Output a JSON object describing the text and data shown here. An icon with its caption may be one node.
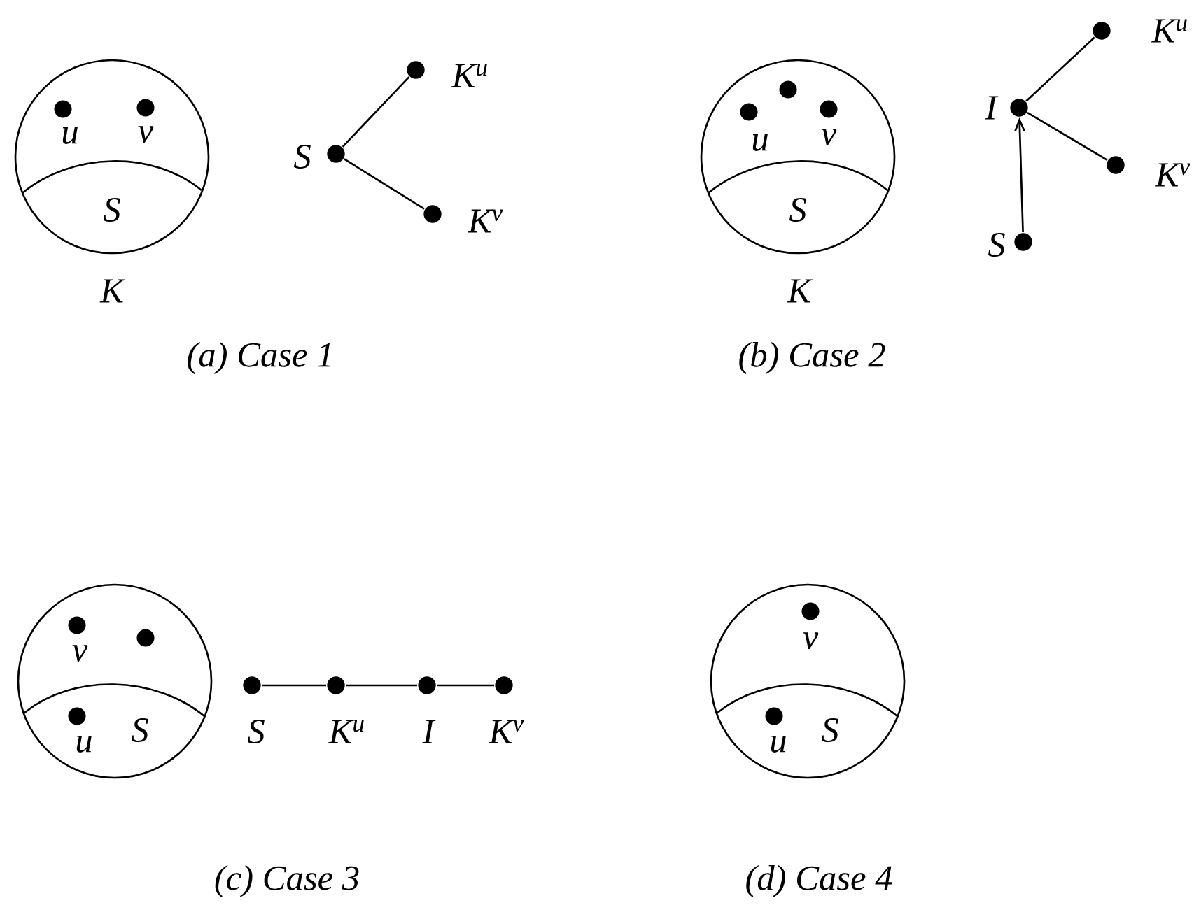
{
  "diagram": {
    "nodes": [
      {
        "text": [
          "u",
          "v",
          "S"
        ],
        "beside": [
          "K"
        ]
      },
      {
        "text": [],
        "shape": "circle",
        "beside": [
          "S"
        ]
      },
      {
        "text": [],
        "shape": "circle",
        "beside": [
          "K$^{u}$"
        ]
      },
      {
        "text": [],
        "shape": "circle",
        "beside": [
          "K$^{v}$"
        ]
      },
      {
        "text": [
          "u",
          "v",
          "S"
        ],
        "beside": [
          "K"
        ]
      },
      {
        "text": [],
        "shape": "circle",
        "beside": [
          "I"
        ]
      },
      {
        "text": [],
        "shape": "circle",
        "beside": [
          "K$^{u}$"
        ]
      },
      {
        "text": [],
        "shape": "circle",
        "beside": [
          "K$^{v}$"
        ]
      },
      {
        "text": [],
        "shape": "circle",
        "beside": [
          "S"
        ]
      },
      {
        "text": [
          "v",
          "u",
          "S"
        ]
      },
      {
        "text": [],
        "shape": "circle",
        "beside": [
          "S"
        ]
      },
      {
        "text": [],
        "shape": "circle",
        "beside": [
          "K$^{u}$"
        ]
      },
      {
        "text": [],
        "shape": "circle",
        "beside": [
          "I"
        ]
      },
      {
        "text": [],
        "shape": "circle",
        "beside": [
          "K$^{v}$"
        ]
      },
      {
        "text": [
          "v",
          "u",
          "S"
        ]
      }
    ],
    "edges": [
      {
        "from": 1,
        "to": 2,
        "arrow": "none"
      },
      {
        "from": 1,
        "to": 3,
        "arrow": "none"
      },
      {
        "from": 8,
        "to": 5,
        "arrow": "to"
      },
      {
        "from": 5,
        "to": 6,
        "arrow": "none"
      },
      {
        "from": 5,
        "to": 7,
        "arrow": "none"
      },
      {
        "from": 10,
        "to": 11,
        "arrow": "none"
      },
      {
        "from": 11,
        "to": 12,
        "arrow": "none"
      },
      {
        "from": 12,
        "to": 13,
        "arrow": "none"
      }
    ],
    "labels": [
      "(a) Case 1",
      "(b) Case 2",
      "(c) Case 3",
      "(d) Case 4"
    ]
  }
}
